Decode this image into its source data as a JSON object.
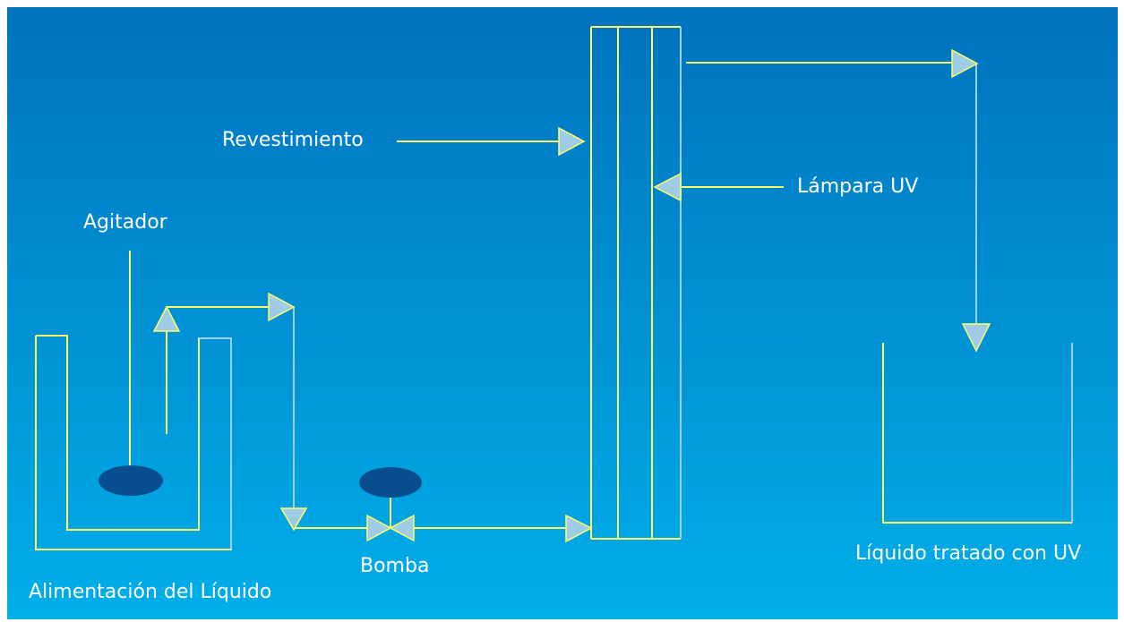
{
  "labels": {
    "coating": "Revestimiento",
    "uv_lamp": "Lámpara UV",
    "agitator": "Agitador",
    "pump": "Bomba",
    "feed": "Alimentación del Líquido",
    "treated": "Líquido tratado con UV"
  },
  "colors": {
    "background_top": "#0072be",
    "background_bottom": "#00aee9",
    "line_yellow": "#ffff66",
    "line_light_blue": "#9ed0f0",
    "arrow_fill": "#9ecbe6",
    "agitator_blade": "#084e8e"
  }
}
